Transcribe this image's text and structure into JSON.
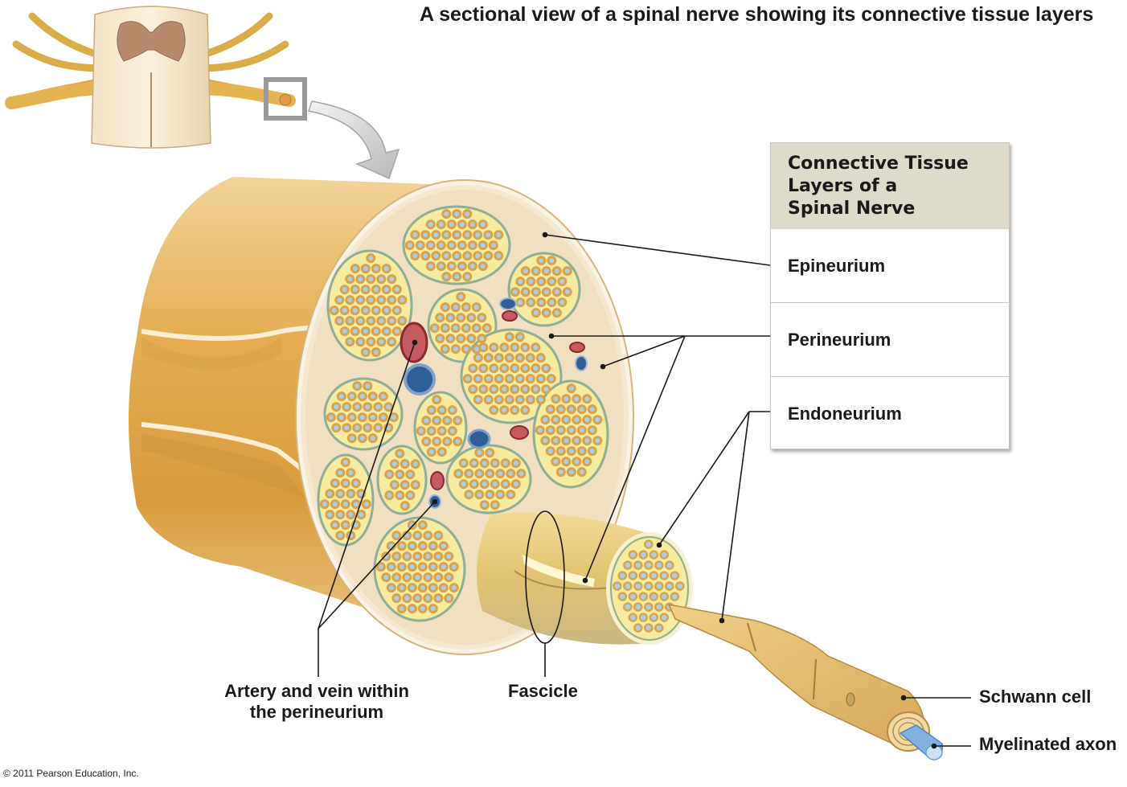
{
  "title": "A sectional view of a spinal nerve showing its connective tissue layers",
  "legend_box": {
    "heading_lines": [
      "Connective Tissue",
      "Layers of a",
      "Spinal Nerve"
    ],
    "rows": [
      "Epineurium",
      "Perineurium",
      "Endoneurium"
    ]
  },
  "labels": {
    "artery_vein": [
      "Artery and vein within",
      "the perineurium"
    ],
    "fascicle": "Fascicle",
    "schwann_cell": "Schwann cell",
    "myelinated_axon": "Myelinated axon"
  },
  "copyright": "© 2011 Pearson Education, Inc.",
  "colors": {
    "nerve_gold": "#e6b25a",
    "fascicle_yellow": "#f4e9a0",
    "perineurium_green": "#8fae98",
    "epineurium_tan": "#f1dfc2",
    "axon_blue": "#a9cfe9",
    "artery_red": "#a8323a",
    "vein_blue": "#2f5f96"
  }
}
